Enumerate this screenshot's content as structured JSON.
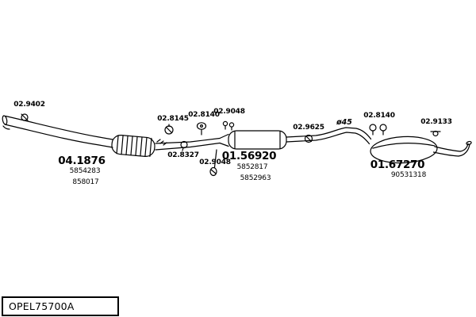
{
  "colors": {
    "ink": "#000000",
    "paper": "#ffffff"
  },
  "labels": {
    "front_clamp": "02.9402",
    "cat_code": "04.1876",
    "cat_ref1": "5854283",
    "cat_ref2": "858017",
    "clamp_a": "02.8145",
    "clamp_b": "02.8327",
    "flange_mid": "02.8140",
    "hanger_top": "02.9048",
    "hanger_bottom": "02.9048",
    "mid_code": "01.56920",
    "mid_ref1": "5852817",
    "mid_ref2": "5852963",
    "clamp_c": "02.9625",
    "pipe_dia": "ø45",
    "flange_rear": "02.8140",
    "hanger_rear": "02.9133",
    "rear_code": "01.67270",
    "rear_ref": "90531318"
  },
  "footer": {
    "code": "OPEL75700A"
  }
}
